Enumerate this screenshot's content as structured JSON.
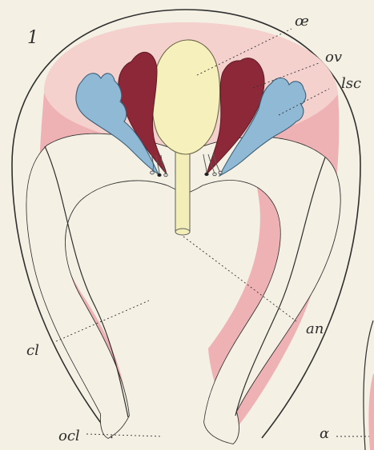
{
  "figure_number": "1",
  "labels": {
    "oe": "œ",
    "ov": "ov",
    "lsc": "lsc",
    "an": "an",
    "cl": "cl",
    "ocl": "ocl",
    "right_edge": "α"
  },
  "colors": {
    "background": "#f4f0e4",
    "outline": "#2f2f2f",
    "pink_tissue": "#efb2b4",
    "pale_pink": "#f6d4d2",
    "dark_red": "#8f2d3b",
    "blue": "#8fb8d3",
    "yellow": "#f6f1b6"
  }
}
